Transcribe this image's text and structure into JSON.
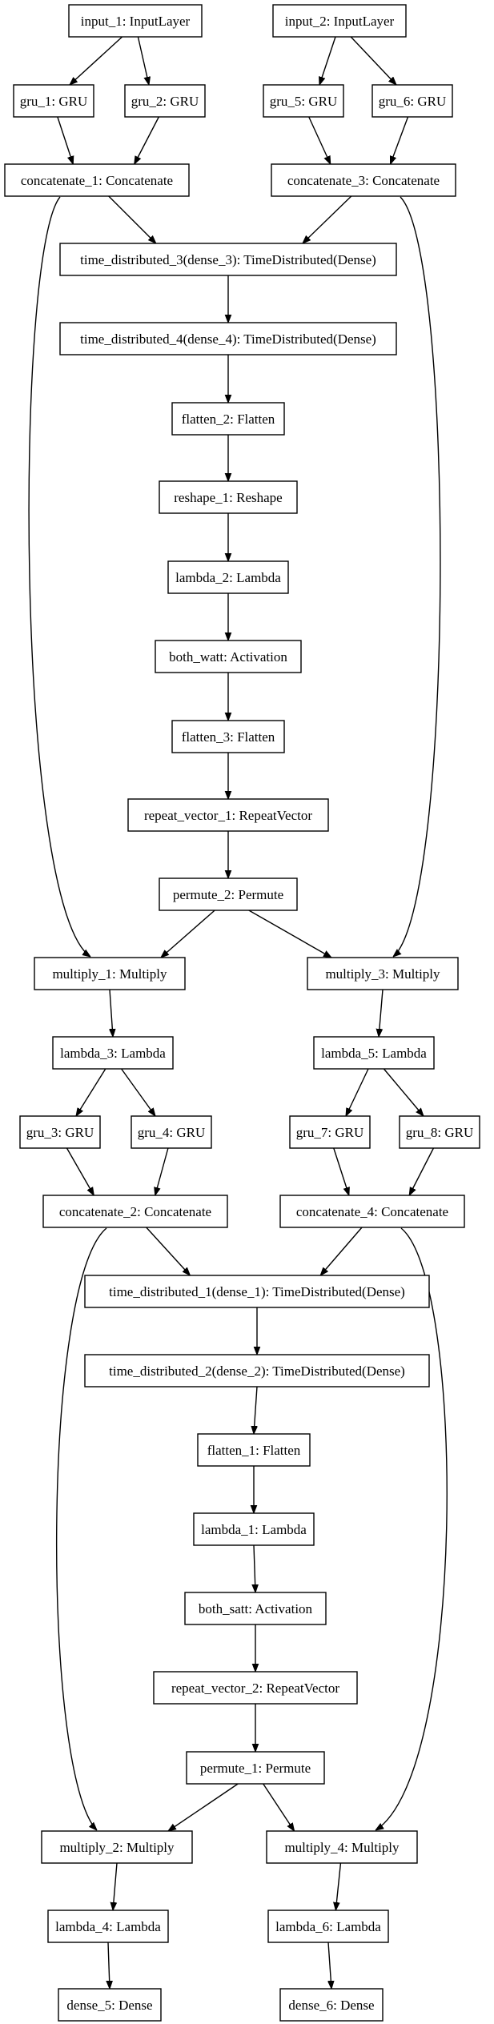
{
  "diagram": {
    "nodes": [
      {
        "id": "input_1",
        "label": "input_1: InputLayer"
      },
      {
        "id": "input_2",
        "label": "input_2: InputLayer"
      },
      {
        "id": "gru_1",
        "label": "gru_1: GRU"
      },
      {
        "id": "gru_2",
        "label": "gru_2: GRU"
      },
      {
        "id": "gru_5",
        "label": "gru_5: GRU"
      },
      {
        "id": "gru_6",
        "label": "gru_6: GRU"
      },
      {
        "id": "concatenate_1",
        "label": "concatenate_1: Concatenate"
      },
      {
        "id": "concatenate_3",
        "label": "concatenate_3: Concatenate"
      },
      {
        "id": "time_distributed_3",
        "label": "time_distributed_3(dense_3): TimeDistributed(Dense)"
      },
      {
        "id": "time_distributed_4",
        "label": "time_distributed_4(dense_4): TimeDistributed(Dense)"
      },
      {
        "id": "flatten_2",
        "label": "flatten_2: Flatten"
      },
      {
        "id": "reshape_1",
        "label": "reshape_1: Reshape"
      },
      {
        "id": "lambda_2",
        "label": "lambda_2: Lambda"
      },
      {
        "id": "both_watt",
        "label": "both_watt: Activation"
      },
      {
        "id": "flatten_3",
        "label": "flatten_3: Flatten"
      },
      {
        "id": "repeat_vector_1",
        "label": "repeat_vector_1: RepeatVector"
      },
      {
        "id": "permute_2",
        "label": "permute_2: Permute"
      },
      {
        "id": "multiply_1",
        "label": "multiply_1: Multiply"
      },
      {
        "id": "multiply_3",
        "label": "multiply_3: Multiply"
      },
      {
        "id": "lambda_3",
        "label": "lambda_3: Lambda"
      },
      {
        "id": "lambda_5",
        "label": "lambda_5: Lambda"
      },
      {
        "id": "gru_3",
        "label": "gru_3: GRU"
      },
      {
        "id": "gru_4",
        "label": "gru_4: GRU"
      },
      {
        "id": "gru_7",
        "label": "gru_7: GRU"
      },
      {
        "id": "gru_8",
        "label": "gru_8: GRU"
      },
      {
        "id": "concatenate_2",
        "label": "concatenate_2: Concatenate"
      },
      {
        "id": "concatenate_4",
        "label": "concatenate_4: Concatenate"
      },
      {
        "id": "time_distributed_1",
        "label": "time_distributed_1(dense_1): TimeDistributed(Dense)"
      },
      {
        "id": "time_distributed_2",
        "label": "time_distributed_2(dense_2): TimeDistributed(Dense)"
      },
      {
        "id": "flatten_1",
        "label": "flatten_1: Flatten"
      },
      {
        "id": "lambda_1",
        "label": "lambda_1: Lambda"
      },
      {
        "id": "both_satt",
        "label": "both_satt: Activation"
      },
      {
        "id": "repeat_vector_2",
        "label": "repeat_vector_2: RepeatVector"
      },
      {
        "id": "permute_1",
        "label": "permute_1: Permute"
      },
      {
        "id": "multiply_2",
        "label": "multiply_2: Multiply"
      },
      {
        "id": "multiply_4",
        "label": "multiply_4: Multiply"
      },
      {
        "id": "lambda_4",
        "label": "lambda_4: Lambda"
      },
      {
        "id": "lambda_6",
        "label": "lambda_6: Lambda"
      },
      {
        "id": "dense_5",
        "label": "dense_5: Dense"
      },
      {
        "id": "dense_6",
        "label": "dense_6: Dense"
      }
    ],
    "edges": [
      {
        "from": "input_1",
        "to": "gru_1"
      },
      {
        "from": "input_1",
        "to": "gru_2"
      },
      {
        "from": "input_2",
        "to": "gru_5"
      },
      {
        "from": "input_2",
        "to": "gru_6"
      },
      {
        "from": "gru_1",
        "to": "concatenate_1"
      },
      {
        "from": "gru_2",
        "to": "concatenate_1"
      },
      {
        "from": "gru_5",
        "to": "concatenate_3"
      },
      {
        "from": "gru_6",
        "to": "concatenate_3"
      },
      {
        "from": "concatenate_1",
        "to": "time_distributed_3"
      },
      {
        "from": "concatenate_3",
        "to": "time_distributed_3"
      },
      {
        "from": "concatenate_1",
        "to": "multiply_1"
      },
      {
        "from": "concatenate_3",
        "to": "multiply_3"
      },
      {
        "from": "time_distributed_3",
        "to": "time_distributed_4"
      },
      {
        "from": "time_distributed_4",
        "to": "flatten_2"
      },
      {
        "from": "flatten_2",
        "to": "reshape_1"
      },
      {
        "from": "reshape_1",
        "to": "lambda_2"
      },
      {
        "from": "lambda_2",
        "to": "both_watt"
      },
      {
        "from": "both_watt",
        "to": "flatten_3"
      },
      {
        "from": "flatten_3",
        "to": "repeat_vector_1"
      },
      {
        "from": "repeat_vector_1",
        "to": "permute_2"
      },
      {
        "from": "permute_2",
        "to": "multiply_1"
      },
      {
        "from": "permute_2",
        "to": "multiply_3"
      },
      {
        "from": "multiply_1",
        "to": "lambda_3"
      },
      {
        "from": "multiply_3",
        "to": "lambda_5"
      },
      {
        "from": "lambda_3",
        "to": "gru_3"
      },
      {
        "from": "lambda_3",
        "to": "gru_4"
      },
      {
        "from": "lambda_5",
        "to": "gru_7"
      },
      {
        "from": "lambda_5",
        "to": "gru_8"
      },
      {
        "from": "gru_3",
        "to": "concatenate_2"
      },
      {
        "from": "gru_4",
        "to": "concatenate_2"
      },
      {
        "from": "gru_7",
        "to": "concatenate_4"
      },
      {
        "from": "gru_8",
        "to": "concatenate_4"
      },
      {
        "from": "concatenate_2",
        "to": "time_distributed_1"
      },
      {
        "from": "concatenate_4",
        "to": "time_distributed_1"
      },
      {
        "from": "concatenate_2",
        "to": "multiply_2"
      },
      {
        "from": "concatenate_4",
        "to": "multiply_4"
      },
      {
        "from": "time_distributed_1",
        "to": "time_distributed_2"
      },
      {
        "from": "time_distributed_2",
        "to": "flatten_1"
      },
      {
        "from": "flatten_1",
        "to": "lambda_1"
      },
      {
        "from": "lambda_1",
        "to": "both_satt"
      },
      {
        "from": "both_satt",
        "to": "repeat_vector_2"
      },
      {
        "from": "repeat_vector_2",
        "to": "permute_1"
      },
      {
        "from": "permute_1",
        "to": "multiply_2"
      },
      {
        "from": "permute_1",
        "to": "multiply_4"
      },
      {
        "from": "multiply_2",
        "to": "lambda_4"
      },
      {
        "from": "multiply_4",
        "to": "lambda_6"
      },
      {
        "from": "lambda_4",
        "to": "dense_5"
      },
      {
        "from": "lambda_6",
        "to": "dense_6"
      }
    ]
  }
}
